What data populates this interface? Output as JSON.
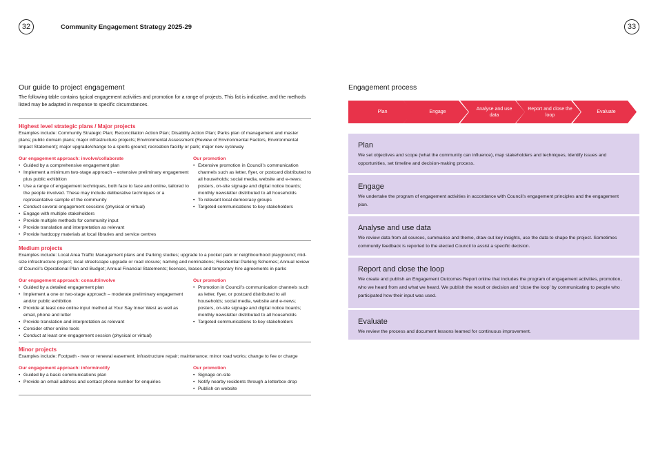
{
  "header": {
    "page_left": "32",
    "page_right": "33",
    "doc_title": "Community Engagement Strategy 2025-29"
  },
  "guide": {
    "heading": "Our guide to project engagement",
    "intro": "The following table contains typical engagement activities and promotion for a range of projects. This list is indicative, and the methods listed may be adapted in response to specific circumstances.",
    "sections": [
      {
        "title": "Highest level strategic plans / Major projects",
        "examples": "Examples include: Community Strategic Plan; Reconciliation Action Plan; Disability Action Plan; Parks plan of management and master plans; public domain plans; major infrastructure projects; Environmental Assessment (Review of Environmental Factors, Environmental Impact Statement); major upgrade/change to a sports ground; recreation facility or park; major new cycleway",
        "approach_heading": "Our engagement approach: involve/collaborate",
        "approach": [
          "Guided by a comprehensive engagement plan",
          "Implement a minimum two-stage approach – extensive preliminary engagement plus public exhibition",
          "Use a range of engagement techniques, both face to face and online, tailored to the people involved. These may include deliberative techniques or a representative sample of the community",
          "Conduct several engagement sessions (physical or virtual)",
          "Engage with multiple stakeholders",
          "Provide multiple methods for community input",
          "Provide translation and interpretation as relevant",
          "Provide hardcopy materials at local libraries and service centres"
        ],
        "promotion_heading": "Our promotion",
        "promotion": [
          "Extensive promotion in Council’s communication channels such as letter, flyer, or postcard distributed to all households; social media, website and e-news; posters, on-site signage and digital notice boards; monthly newsletter distributed to all households",
          "To relevant local democracy groups",
          "Targeted communications to key stakeholders"
        ]
      },
      {
        "title": "Medium projects",
        "examples": "Examples include: Local Area Traffic Management plans and Parking studies; upgrade to a pocket park or neighbourhood playground; mid-size infrastructure project; local streetscape upgrade or road closure; naming and nominations; Residential Parking Schemes; Annual review of Council’s Operational Plan and Budget; Annual Financial Statements; licenses, leases and temporary hire agreements in parks",
        "approach_heading": "Our engagement approach: consult/involve",
        "approach": [
          "Guided by a detailed engagement plan",
          "Implement a one or two-stage approach – moderate preliminary engagement and/or public exhibition",
          "Provide at least one online input method at Your Say Inner West as well as email, phone and letter",
          "Provide translation and interpretation as relevant",
          "Consider other online tools",
          "Conduct at least one engagement session (physical or virtual)"
        ],
        "promotion_heading": "Our promotion",
        "promotion": [
          "Promotion in Council’s communication channels such as letter, flyer, or postcard distributed to all households; social media, website and e-news; posters, on-site signage and digital notice boards; monthly newsletter distributed to all households",
          "Targeted communications to key stakeholders"
        ]
      },
      {
        "title": "Minor projects",
        "examples": "Examples include: Footpath - new or renewal easement; infrastructure repair; maintenance; minor road works; change to fee or charge",
        "approach_heading": "Our engagement approach: inform/notify",
        "approach": [
          "Guided by a basic communications plan",
          "Provide an email address and contact phone number for enquiries"
        ],
        "promotion_heading": "Our promotion",
        "promotion": [
          "Signage on-site",
          "Notify nearby residents through a letterbox drop",
          "Publish on website"
        ]
      }
    ]
  },
  "process": {
    "heading": "Engagement process",
    "steps": [
      "Plan",
      "Engage",
      "Analyse and use data",
      "Report and close the loop",
      "Evaluate"
    ],
    "stages": [
      {
        "title": "Plan",
        "desc": "We set objectives and scope (what the community can influence), map stakeholders and techniques, identify issues and opportunities, set timeline and decision-making process."
      },
      {
        "title": "Engage",
        "desc": "We undertake the program of engagement activities in accordance with Council’s engagement principles and the engagement plan."
      },
      {
        "title": "Analyse and use data",
        "desc": "We review data from all sources, summarise and theme, draw out key insights, use the data to shape the project. Sometimes community feedback is reported to the elected Council to assist a specific decision."
      },
      {
        "title": "Report and close the loop",
        "desc": "We create and publish an Engagement Outcomes Report online that includes the program of engagement activities, promotion, who we heard from and what we heard. We publish the result or decision and ‘close the loop’ by communicating to people who participated how their input was used."
      },
      {
        "title": "Evaluate",
        "desc": "We review the process and document lessons learned for continuous improvement."
      }
    ]
  },
  "colors": {
    "accent": "#e8334a",
    "stage_bg": "#dcd0ec"
  }
}
